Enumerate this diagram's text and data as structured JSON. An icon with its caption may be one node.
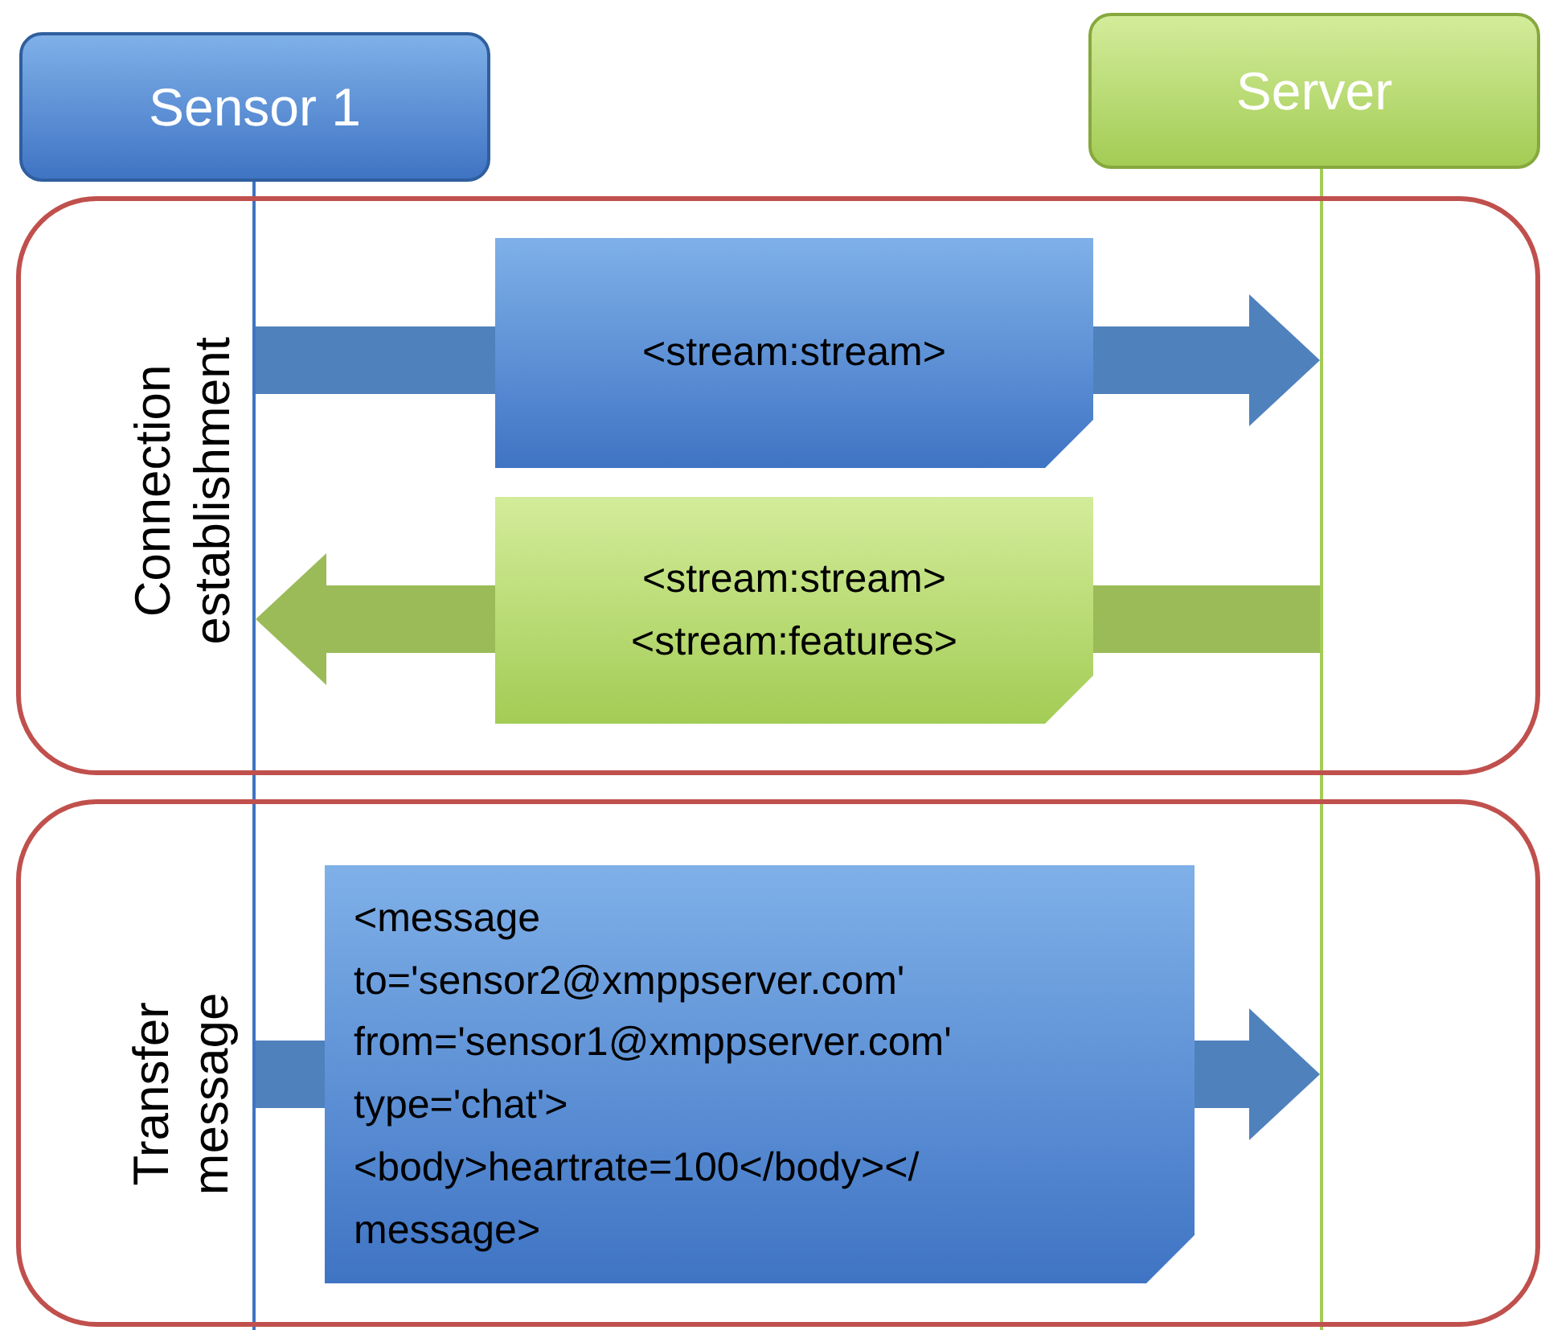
{
  "diagram": {
    "nodes": [
      {
        "text": [
          "Sensor 1"
        ]
      },
      {
        "text": [
          "Server"
        ]
      },
      {
        "text": [],
        "shape": "line"
      },
      {
        "text": [],
        "shape": "line"
      },
      {
        "text": [
          "Connection establishment"
        ]
      },
      {
        "text": [
          "<stream:stream>"
        ],
        "in": 4
      },
      {
        "text": [
          "<stream:stream>",
          "<stream:features>"
        ],
        "in": 4
      },
      {
        "text": [
          "Transfer message"
        ]
      },
      {
        "text": [
          "<message to='sensor2@xmppserver.com' from='sensor1@xmppserver.com' type='chat'> <body>heartrate=100</body></ message>"
        ],
        "in": 7
      }
    ],
    "edges": [
      {
        "from": 2,
        "to": 5,
        "arrow": "none"
      },
      {
        "from": 5,
        "to": 3,
        "arrow": "to"
      },
      {
        "from": 3,
        "to": 6,
        "arrow": "none",
        "color": "#9bbb59"
      },
      {
        "from": 6,
        "to": 2,
        "arrow": "to",
        "color": "#9bbb59"
      },
      {
        "from": 2,
        "to": 8,
        "arrow": "none"
      },
      {
        "from": 8,
        "to": 3,
        "arrow": "to"
      }
    ]
  }
}
